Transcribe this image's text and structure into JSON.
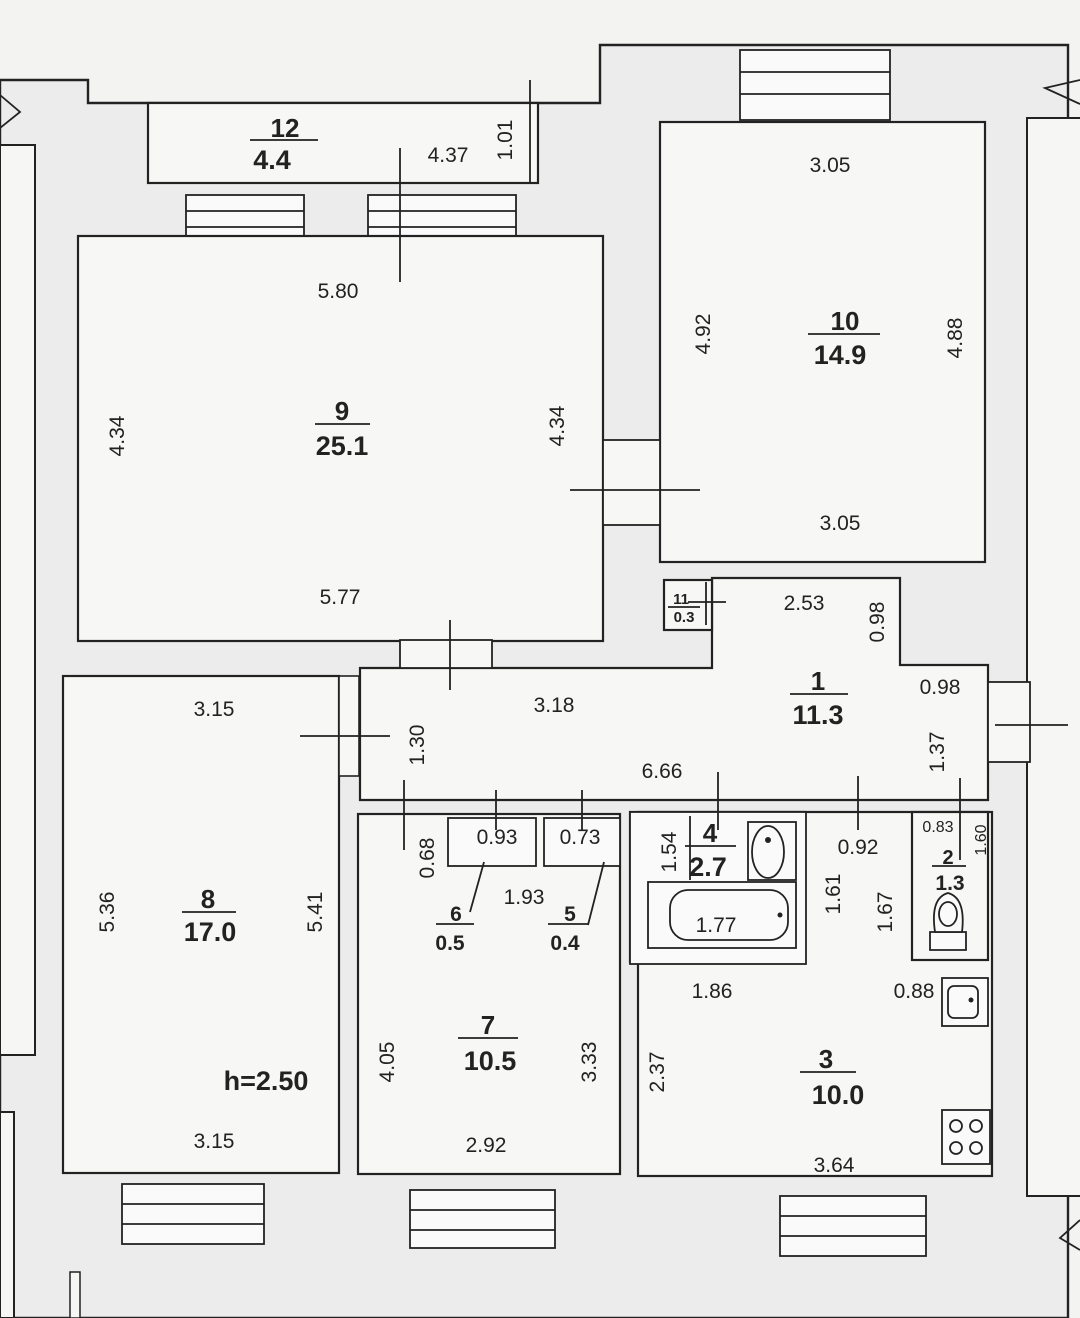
{
  "rooms": {
    "r1": {
      "number": "1",
      "area": "11.3"
    },
    "r2": {
      "number": "2",
      "area": "1.3"
    },
    "r3": {
      "number": "3",
      "area": "10.0"
    },
    "r4": {
      "number": "4",
      "area": "2.7"
    },
    "r5": {
      "number": "5",
      "area": "0.4"
    },
    "r6": {
      "number": "6",
      "area": "0.5"
    },
    "r7": {
      "number": "7",
      "area": "10.5"
    },
    "r8": {
      "number": "8",
      "area": "17.0"
    },
    "r9": {
      "number": "9",
      "area": "25.1"
    },
    "r10": {
      "number": "10",
      "area": "14.9"
    },
    "r11": {
      "number": "11",
      "area": "0.3"
    },
    "r12": {
      "number": "12",
      "area": "4.4"
    }
  },
  "dimensions": {
    "r12_length": "4.37",
    "r12_depth": "1.01",
    "r9_top": "5.80",
    "r9_bottom": "5.77",
    "r9_left": "4.34",
    "r9_right": "4.34",
    "r10_top": "3.05",
    "r10_bottom": "3.05",
    "r10_left": "4.92",
    "r10_right": "4.88",
    "hall_2_53": "2.53",
    "hall_0_98_v": "0.98",
    "hall_0_98_h": "0.98",
    "hall_3_18": "3.18",
    "hall_1_30": "1.30",
    "hall_1_37": "1.37",
    "hall_6_66": "6.66",
    "r8_top": "3.15",
    "r8_bottom": "3.15",
    "r8_left": "5.36",
    "r8_right": "5.41",
    "r7_0_68": "0.68",
    "r7_0_93": "0.93",
    "r7_0_73": "0.73",
    "r7_1_93": "1.93",
    "r7_left": "4.05",
    "r7_right": "3.33",
    "r7_bottom": "2.92",
    "r4_1_54": "1.54",
    "r4_1_77": "1.77",
    "r3_0_92": "0.92",
    "r3_1_61": "1.61",
    "r3_1_67": "1.67",
    "r3_1_86": "1.86",
    "r3_0_88": "0.88",
    "r3_left": "2.37",
    "r3_bottom": "3.64",
    "r2_0_83": "0.83",
    "r2_1_60": "1.60"
  },
  "ceiling_height": "h=2.50"
}
